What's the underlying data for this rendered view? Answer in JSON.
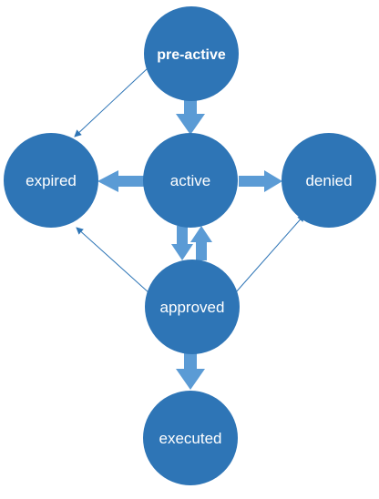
{
  "colors": {
    "node_fill": "#2e75b6",
    "fat_arrow_fill": "#5b9bd5",
    "thin_arrow": "#2e75b6",
    "label": "#ffffff",
    "background": "#ffffff"
  },
  "nodes": {
    "pre_active": "pre-active",
    "expired": "expired",
    "active": "active",
    "denied": "denied",
    "approved": "approved",
    "executed": "executed"
  }
}
